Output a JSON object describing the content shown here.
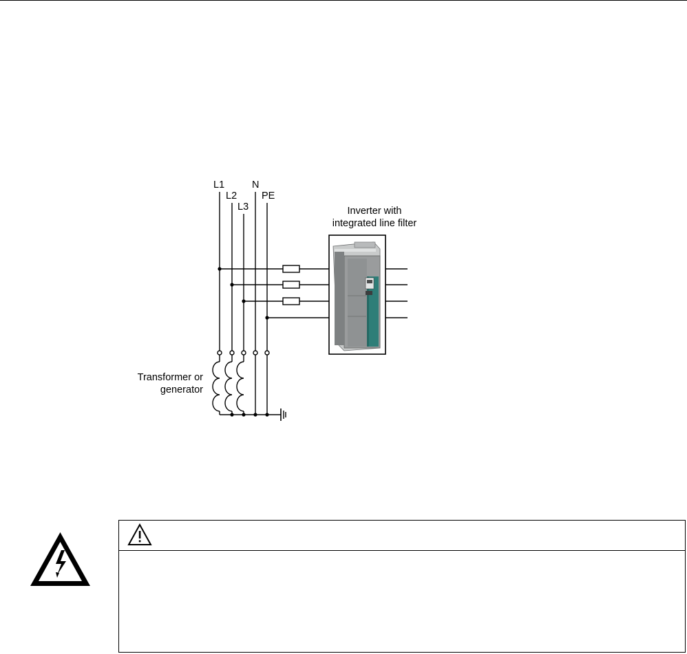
{
  "diagram": {
    "line_labels": [
      "L1",
      "L2",
      "L3",
      "N",
      "PE"
    ],
    "inverter_caption_line1": "Inverter with",
    "inverter_caption_line2": "integrated line filter",
    "source_caption_line1": "Transformer or",
    "source_caption_line2": "generator"
  },
  "warning": {
    "electric_icon": "high-voltage-warning-icon",
    "caution_icon": "caution-triangle-icon"
  }
}
